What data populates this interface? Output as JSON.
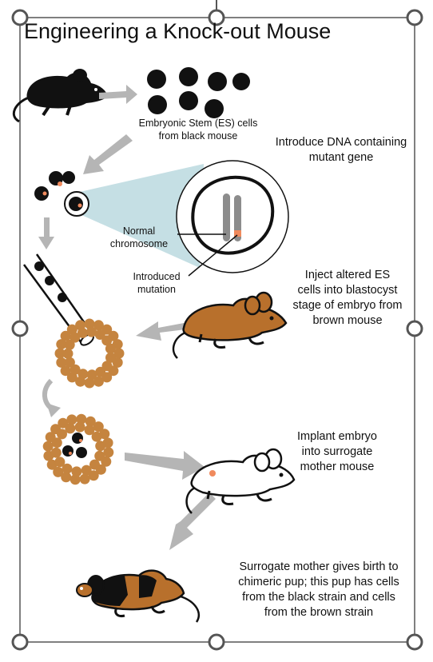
{
  "diagram": {
    "title": "Engineering a Knock-out Mouse",
    "labels": {
      "es_cells": "Embryonic Stem (ES) cells from black mouse",
      "normal_chromosome": "Normal chromosome",
      "introduced_mutation": "Introduced mutation"
    },
    "steps": [
      "Introduce DNA containing mutant gene",
      "Inject altered ES cells into blastocyst stage of embryo from brown mouse",
      "Implant embryo into surrogate mother mouse",
      "Surrogate mother gives birth to chimeric pup; this pup has cells from the black strain and cells from the brown strain"
    ]
  },
  "colors": {
    "black_mouse": "#111111",
    "brown_mouse": "#b8702c",
    "blastocyst_cell": "#c5843f",
    "mutation": "#f08a5d",
    "arrow": "#b5b5b5",
    "zoom_fill": "#c5dfe4",
    "chromosome": "#8c8c8c",
    "handle_border": "#555555"
  }
}
